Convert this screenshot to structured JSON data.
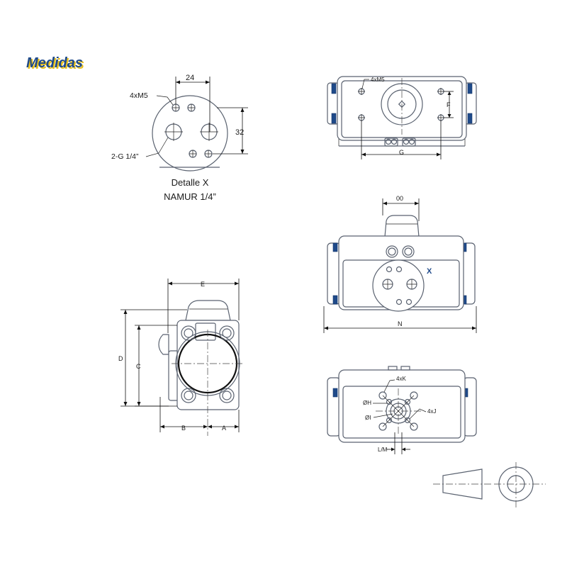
{
  "title": "Medidas",
  "colors": {
    "title_blue": "#1f4a8a",
    "title_shadow": "#e8c01c",
    "end_cap_blue": "#1f4a8a",
    "outline": "#5a6270",
    "x_mark": "#1f4a8a"
  },
  "detail": {
    "caption_line1": "Detalle X",
    "caption_line2": "NAMUR 1/4”",
    "dim_horizontal": "24",
    "dim_vertical": "32",
    "label_holes": "4xM5",
    "label_ports": "2-G 1/4”"
  },
  "top_view": {
    "label_holes": "4xM5",
    "dim_g": "G",
    "dim_f": "F"
  },
  "front_view": {
    "dim_oo": "00",
    "dim_n": "N",
    "marker_x": "X"
  },
  "side_view": {
    "dim_e": "E",
    "dim_d": "D",
    "dim_c": "C",
    "dim_b": "B",
    "dim_a": "A"
  },
  "bottom_view": {
    "label_4xk": "4xK",
    "label_oh": "ØH",
    "label_oi": "ØI",
    "label_4xj": "4xJ",
    "label_lm": "L/M"
  }
}
